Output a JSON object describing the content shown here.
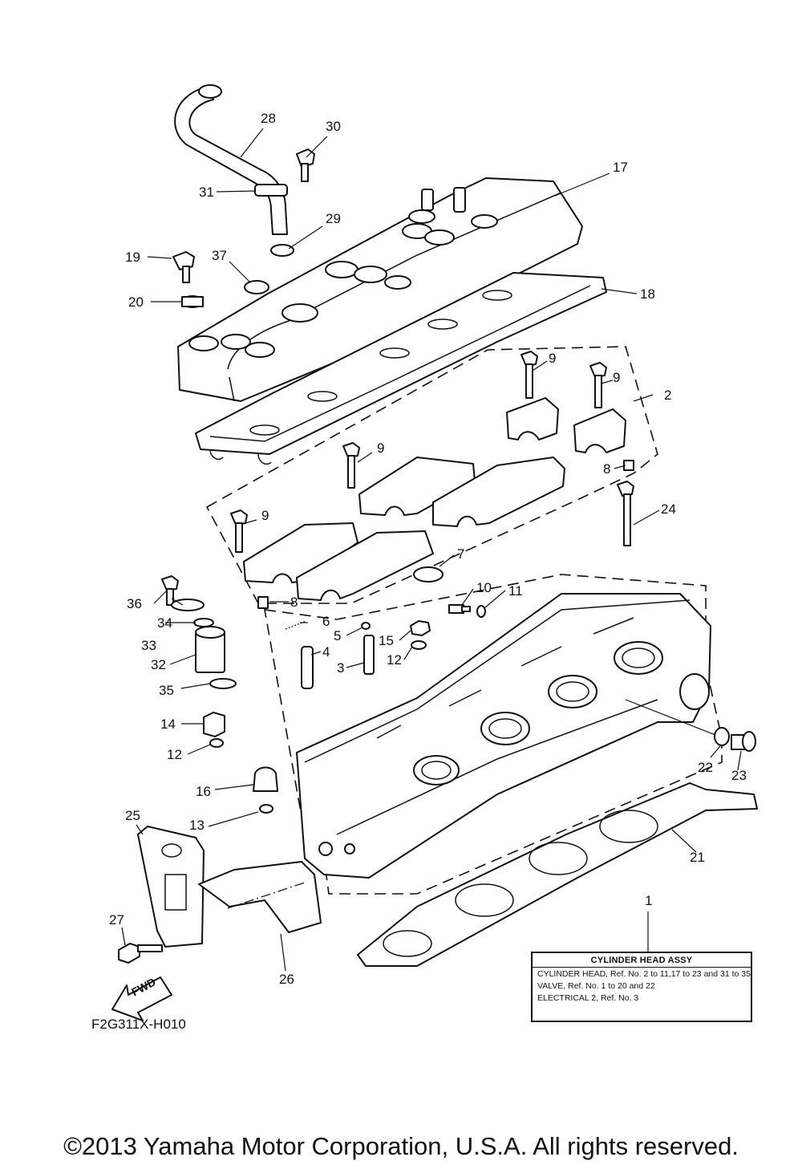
{
  "callouts": {
    "c1": "1",
    "c2": "2",
    "c3": "3",
    "c4": "4",
    "c5": "5",
    "c6": "6",
    "c7": "7",
    "c8a": "8",
    "c8b": "8",
    "c9a": "9",
    "c9b": "9",
    "c9c": "9",
    "c9d": "9",
    "c10": "10",
    "c11": "11",
    "c12a": "12",
    "c12b": "12",
    "c13": "13",
    "c14": "14",
    "c15": "15",
    "c16": "16",
    "c17": "17",
    "c18": "18",
    "c19": "19",
    "c20": "20",
    "c21": "21",
    "c22": "22",
    "c23": "23",
    "c24": "24",
    "c25": "25",
    "c26": "26",
    "c27": "27",
    "c28": "28",
    "c29": "29",
    "c30": "30",
    "c31": "31",
    "c32": "32",
    "c33": "33",
    "c34": "34",
    "c35": "35",
    "c36": "36",
    "c37": "37"
  },
  "assembly_box": {
    "title": "CYLINDER HEAD ASSY",
    "lines": [
      "CYLINDER HEAD, Ref. No. 2 to 11,17 to 23 and 31 to 35",
      "VALVE, Ref. No. 1 to 20 and 22",
      "ELECTRICAL 2, Ref. No. 3"
    ]
  },
  "fwd_label": "FWD",
  "drawing_code": "F2G311X-H010",
  "copyright": "©2013 Yamaha Motor Corporation, U.S.A. All rights reserved."
}
